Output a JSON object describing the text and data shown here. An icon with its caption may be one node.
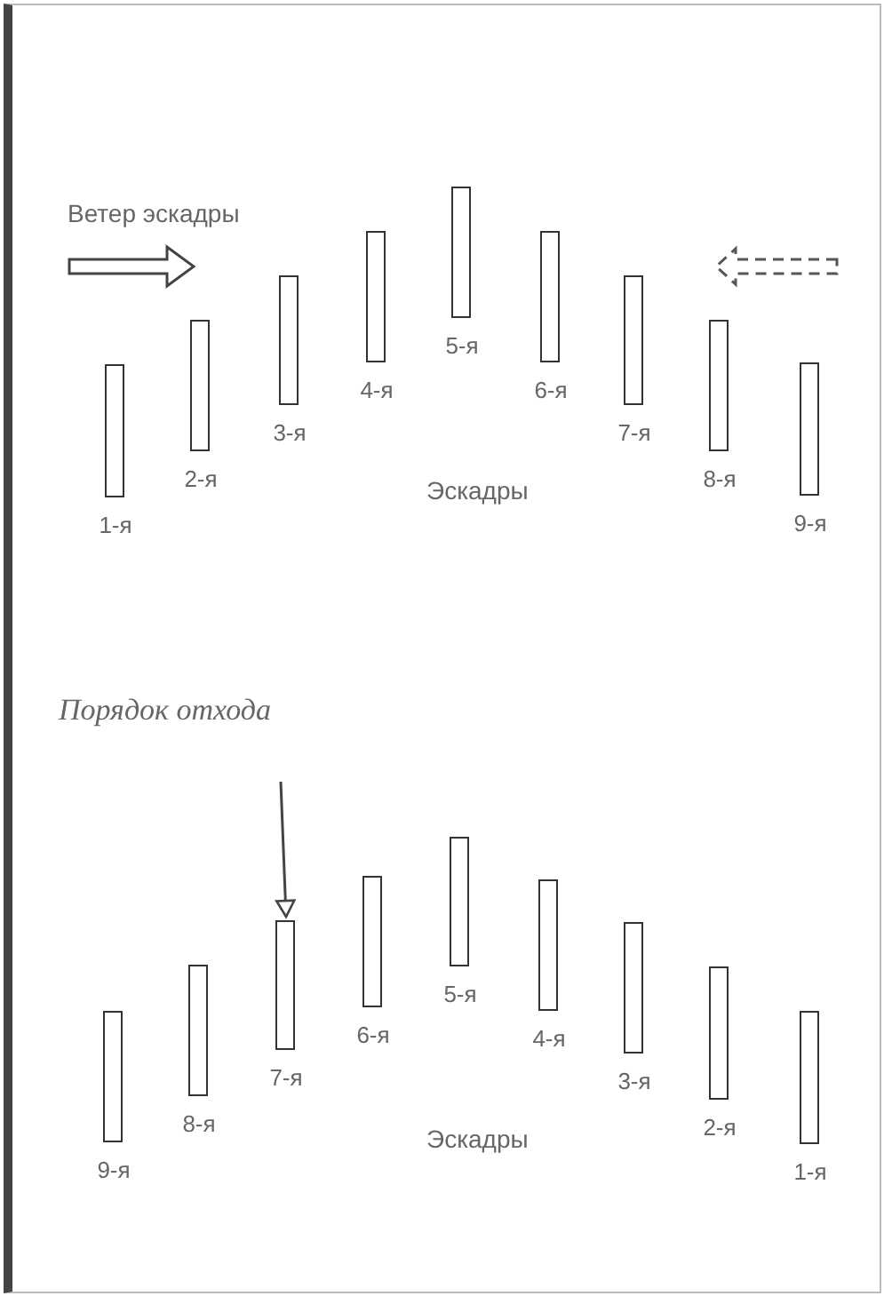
{
  "diagram": {
    "nodes": [
      {
        "text": [
          "1-я"
        ]
      },
      {
        "text": [
          "2-я"
        ]
      },
      {
        "text": [
          "3-я"
        ]
      },
      {
        "text": [
          "4-я"
        ]
      },
      {
        "text": [
          "5-я"
        ]
      },
      {
        "text": [
          "6-я"
        ]
      },
      {
        "text": [
          "7-я"
        ]
      },
      {
        "text": [
          "8-я"
        ]
      },
      {
        "text": [
          "9-я"
        ]
      },
      {
        "text": [
          "9-я"
        ]
      },
      {
        "text": [
          "8-я"
        ]
      },
      {
        "text": [
          "7-я"
        ]
      },
      {
        "text": [
          "6-я"
        ]
      },
      {
        "text": [
          "5-я"
        ]
      },
      {
        "text": [
          "4-я"
        ]
      },
      {
        "text": [
          "3-я"
        ]
      },
      {
        "text": [
          "2-я"
        ]
      },
      {
        "text": [
          "1-я"
        ]
      }
    ],
    "edges": [
      {
        "from": null,
        "to": 11,
        "arrow": "to"
      }
    ],
    "labels": [
      "Ветер эскадры",
      "Эскадры",
      "Порядок отхода",
      "Эскадры"
    ]
  }
}
